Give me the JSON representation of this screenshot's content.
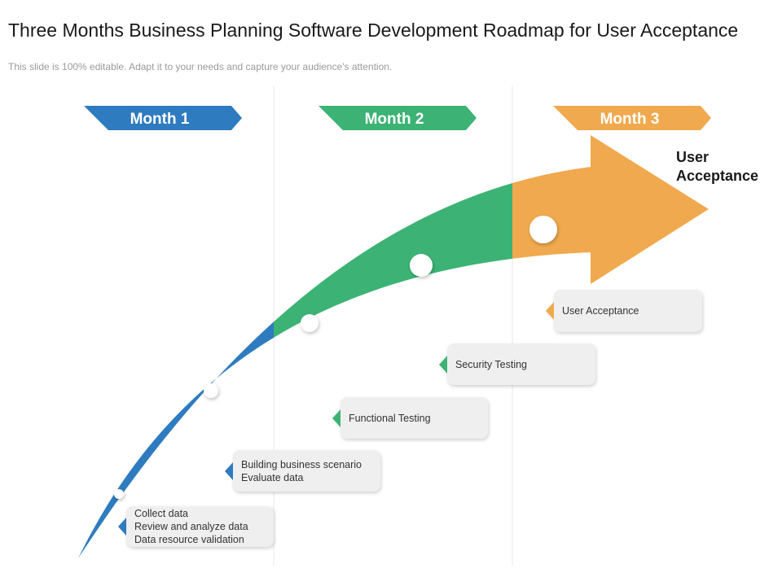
{
  "title": "Three Months Business Planning Software Development Roadmap for User Acceptance",
  "subtitle": "This slide is 100% editable. Adapt it to your needs and capture your audience's attention.",
  "goal_label": "User Acceptance",
  "colors": {
    "month1": "#2e7bbf",
    "month2": "#3cb374",
    "month3": "#f0a94e",
    "card": "#efefef",
    "divider": "#e6e6e6"
  },
  "months": [
    {
      "label": "Month 1"
    },
    {
      "label": "Month 2"
    },
    {
      "label": "Month 3"
    }
  ],
  "cards": [
    {
      "lines": [
        "Collect data",
        "Review  and analyze data",
        "Data resource validation"
      ],
      "color": "month1"
    },
    {
      "lines": [
        "Building business scenario",
        "Evaluate  data"
      ],
      "color": "month1"
    },
    {
      "lines": [
        "Functional Testing"
      ],
      "color": "month2"
    },
    {
      "lines": [
        "Security Testing"
      ],
      "color": "month2"
    },
    {
      "lines": [
        "User Acceptance"
      ],
      "color": "month3"
    }
  ]
}
